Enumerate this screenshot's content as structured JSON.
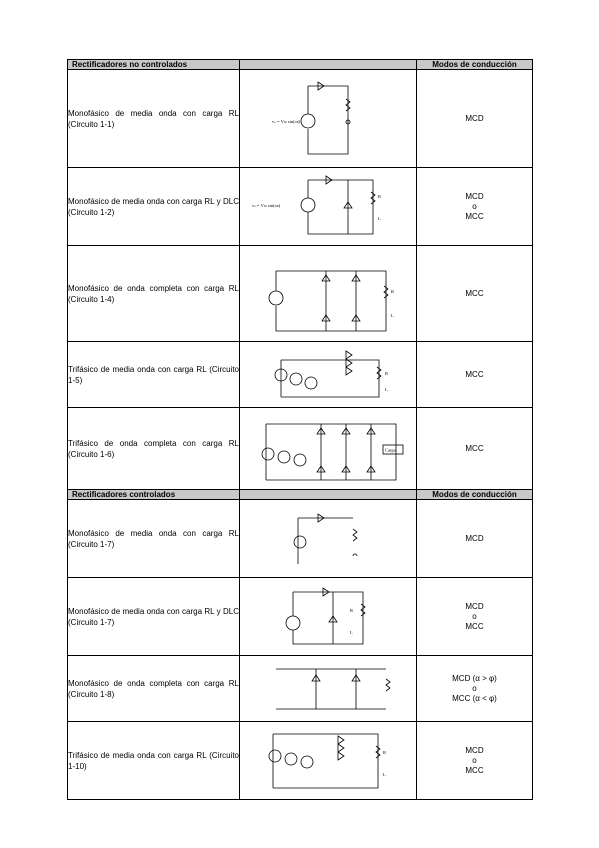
{
  "sections": [
    {
      "header": "Rectificadores no controlados",
      "modes_header": "Modos de conducción",
      "rows": [
        {
          "desc": "Monofásico de media onda con carga RL (Circuito 1-1)",
          "modes": [
            "MCD"
          ]
        },
        {
          "desc": "Monofásico de media onda con carga RL y DLC (Circuito 1-2)",
          "modes": [
            "MCD",
            "o",
            "MCC"
          ]
        },
        {
          "desc": "Monofásico de onda completa con carga RL (Circuito 1-4)",
          "modes": [
            "MCC"
          ]
        },
        {
          "desc": "Trifásico de media onda con carga RL (Circuito 1-5)",
          "modes": [
            "MCC"
          ]
        },
        {
          "desc": "Trifásico de onda completa con carga RL (Circuito 1-6)",
          "modes": [
            "MCC"
          ]
        }
      ]
    },
    {
      "header": "Rectificadores controlados",
      "modes_header": "Modos de conducción",
      "rows": [
        {
          "desc": "Monofásico de media onda con carga RL (Circuito 1-7)",
          "modes": [
            "MCD"
          ]
        },
        {
          "desc": "Monofásico de media onda con carga RL y DLC (Circuito 1-7)",
          "modes": [
            "MCD",
            "o",
            "MCC"
          ]
        },
        {
          "desc": "Monofásico de onda completa con carga RL (Circuito 1-8)",
          "modes": [
            "MCD (α > φ)",
            "o",
            "MCC (α < φ)"
          ]
        },
        {
          "desc": "Trifásico de media onda con carga RL (Circuito 1-10)",
          "modes": [
            "MCD",
            "o",
            "MCC"
          ]
        }
      ]
    }
  ],
  "circuit_labels": {
    "c1_source": "vₛ = Vₘ sin(ωt)",
    "c2_source": "vₛ = Vₘ sin(ωt)",
    "c6_load": "Carga",
    "r": "R",
    "l": "L"
  }
}
